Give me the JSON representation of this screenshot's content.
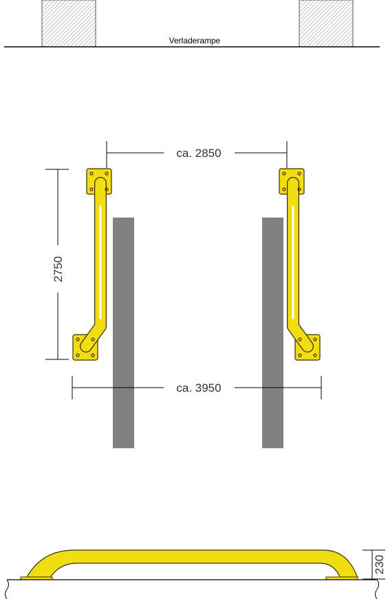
{
  "ramp_label": "Verladerampe",
  "dimensions": {
    "guard_spacing": "ca. 2850",
    "guard_length": "2750",
    "lane_width": "ca. 3950",
    "guard_height": "230"
  },
  "colors": {
    "guard_yellow": "#F2DC14",
    "guard_outline": "#3a3000",
    "lane_marking": "#808080",
    "dimension_line": "#000000",
    "pillar_hatch": "#9a9a9a"
  }
}
